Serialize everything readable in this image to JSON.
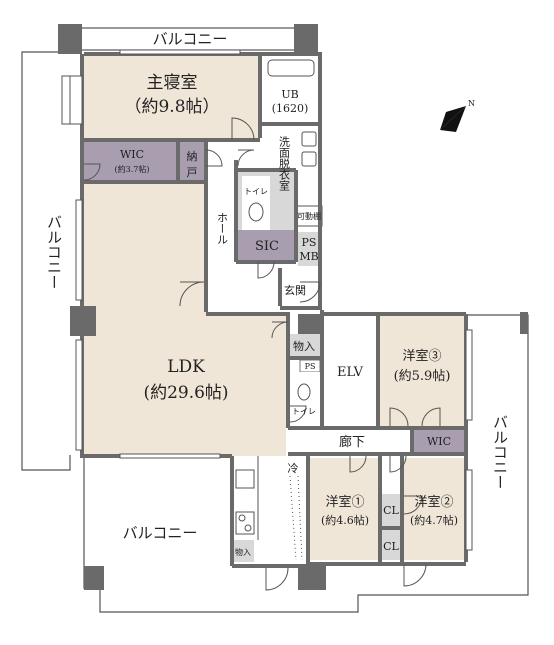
{
  "colors": {
    "wall": "#6a6a6a",
    "bedroom_floor": "#f0e6d8",
    "storage_floor": "#a99db0",
    "utility_floor": "#d8d8d8",
    "white": "#ffffff",
    "line": "#555555"
  },
  "labels": {
    "balcony_top": "バルコニー",
    "balcony_left": "バルコニー",
    "balcony_right": "バルコニー",
    "balcony_bottom": "バルコニー",
    "master": "主寝室",
    "master_size": "（約9.8帖）",
    "ub": "UB",
    "ub_size": "(1620)",
    "wic_master": "WIC",
    "wic_master_size": "(約3.7帖)",
    "nando": "納",
    "nando2": "戸",
    "senmen": "洗面脱衣室",
    "toilet1": "トイレ",
    "washer": "可動棚",
    "hall": "ホール",
    "sic": "SIC",
    "ps_mb_1": "PS",
    "ps_mb_2": "MB",
    "genkan": "玄関",
    "monoire_1": "物入",
    "elv": "ELV",
    "youshitsu3": "洋室③",
    "youshitsu3_size": "(約5.9帖)",
    "ldk": "LDK",
    "ldk_size": "(約29.6帖)",
    "ps_small": "PS",
    "toilet2": "トイレ",
    "rouka": "廊下",
    "wic_small": "WIC",
    "rei": "冷",
    "youshitsu1": "洋室①",
    "youshitsu1_size": "(約4.6帖)",
    "cl_1": "CL",
    "youshitsu2": "洋室②",
    "youshitsu2_size": "(約4.7帖)",
    "cl_2": "CL",
    "monoire_2": "物入",
    "north": "N"
  }
}
